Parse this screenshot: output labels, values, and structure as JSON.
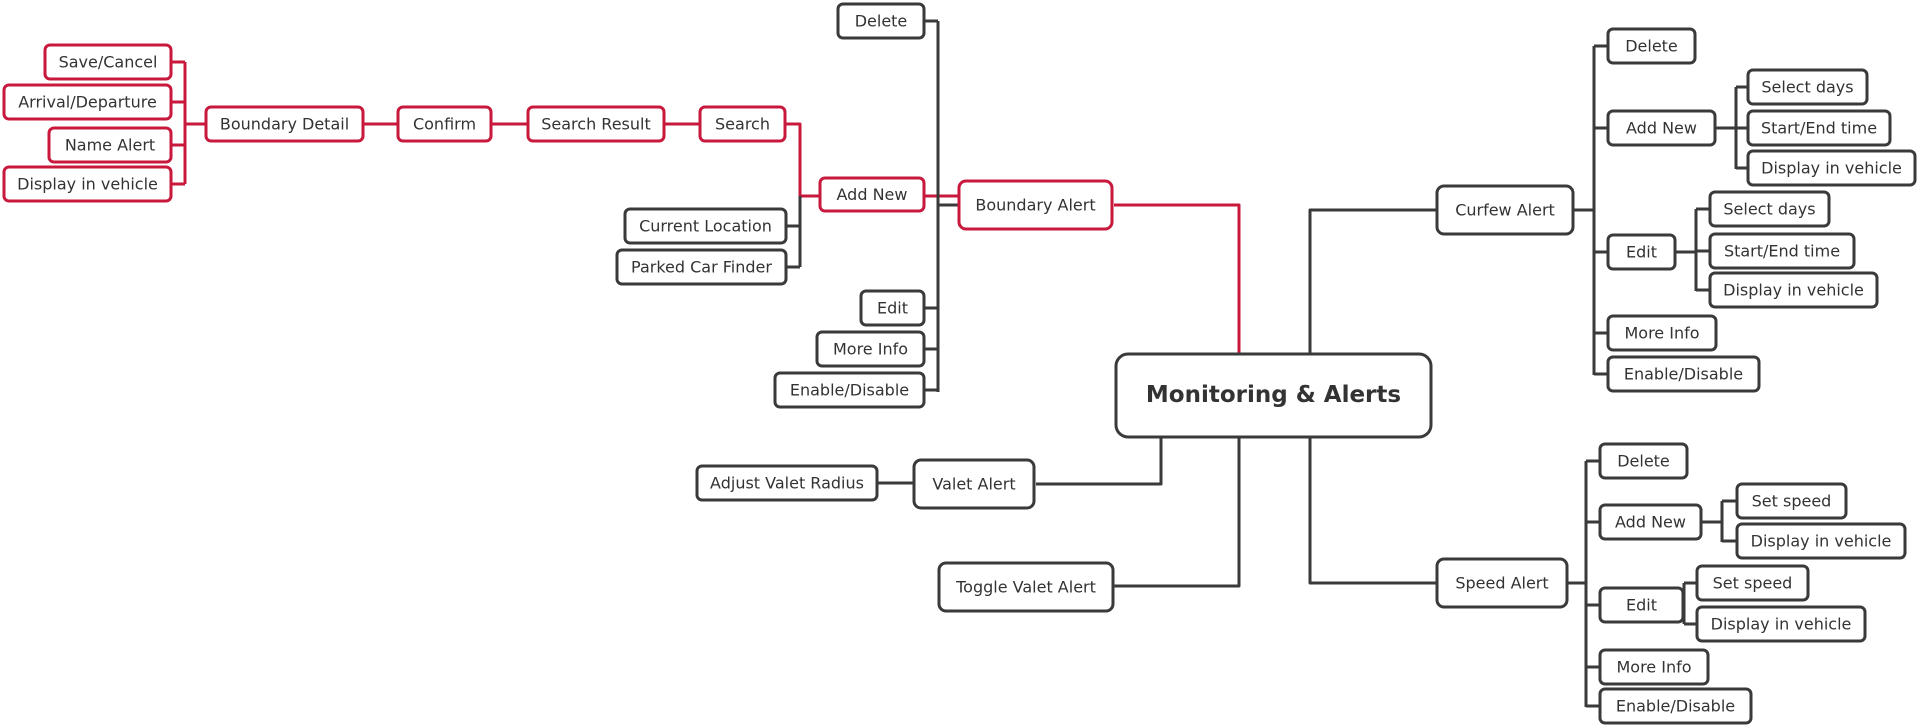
{
  "root": {
    "label": "Monitoring & Alerts"
  },
  "colors": {
    "default": "#3a3a3a",
    "highlight": "#c8193c",
    "text": "#333333"
  },
  "boundary_alert": {
    "label": "Boundary Alert",
    "delete": "Delete",
    "add_new": {
      "label": "Add New",
      "search": "Search",
      "search_result": "Search Result",
      "confirm": "Confirm",
      "boundary_detail": {
        "label": "Boundary Detail",
        "save_cancel": "Save/Cancel",
        "arrival_departure": "Arrival/Departure",
        "name_alert": "Name Alert",
        "display_in_vehicle": "Display in vehicle"
      },
      "current_location": "Current Location",
      "parked_car_finder": "Parked Car Finder"
    },
    "edit": "Edit",
    "more_info": "More Info",
    "enable_disable": "Enable/Disable"
  },
  "valet_alert": {
    "label": "Valet Alert",
    "adjust_radius": "Adjust Valet Radius"
  },
  "toggle_valet_alert": {
    "label": "Toggle Valet Alert"
  },
  "curfew_alert": {
    "label": "Curfew Alert",
    "delete": "Delete",
    "add_new": {
      "label": "Add New",
      "select_days": "Select days",
      "start_end_time": "Start/End time",
      "display_in_vehicle": "Display in vehicle"
    },
    "edit": {
      "label": "Edit",
      "select_days": "Select days",
      "start_end_time": "Start/End time",
      "display_in_vehicle": "Display in vehicle"
    },
    "more_info": "More Info",
    "enable_disable": "Enable/Disable"
  },
  "speed_alert": {
    "label": "Speed Alert",
    "delete": "Delete",
    "add_new": {
      "label": "Add New",
      "set_speed": "Set speed",
      "display_in_vehicle": "Display in vehicle"
    },
    "edit": {
      "label": "Edit",
      "set_speed": "Set speed",
      "display_in_vehicle": "Display in vehicle"
    },
    "more_info": "More Info",
    "enable_disable": "Enable/Disable"
  }
}
